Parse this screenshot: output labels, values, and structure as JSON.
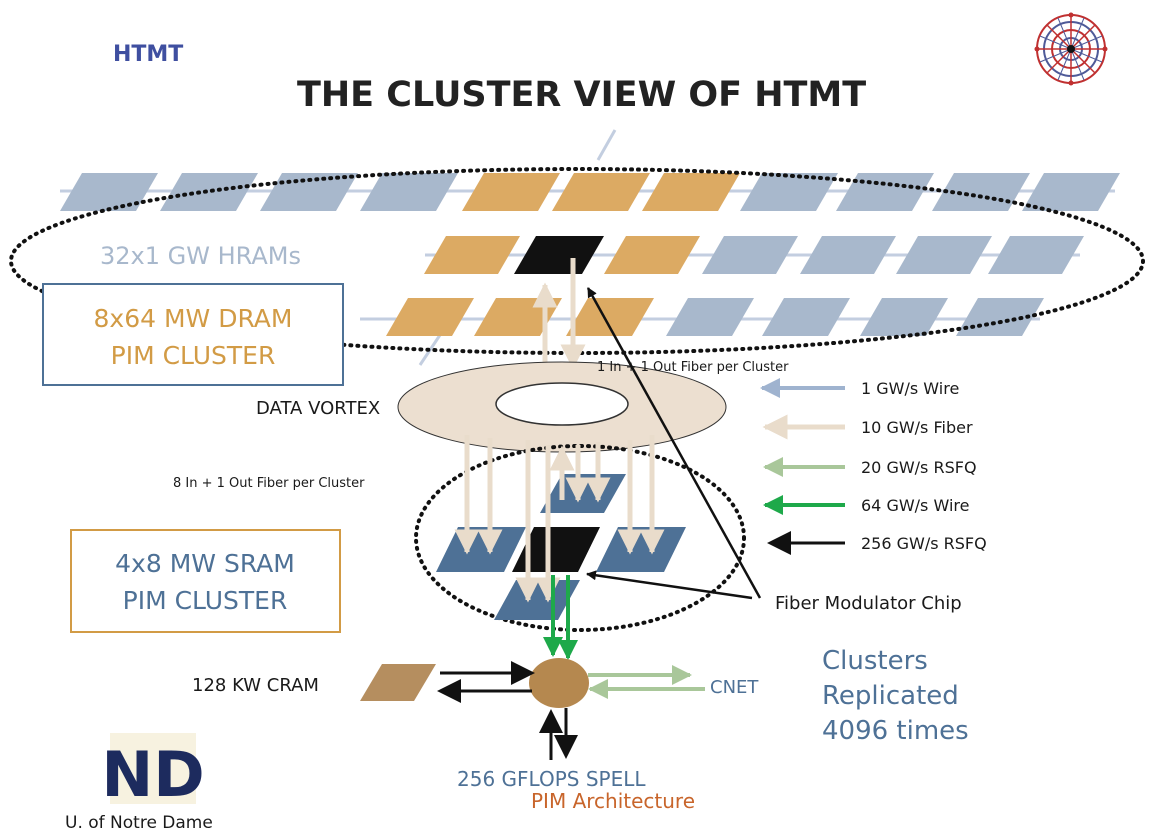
{
  "header": {
    "label": "HTMT",
    "title": "THE CLUSTER VIEW OF HTMT"
  },
  "diagram": {
    "hram_label": "32x1 GW HRAMs",
    "dram_box": {
      "line1": "8x64 MW DRAM",
      "line2": "PIM CLUSTER"
    },
    "vortex_label": "DATA VORTEX",
    "fiber_top_label": "1 In + 1 Out Fiber per Cluster",
    "fiber_mid_label": "8 In + 1 Out Fiber per Cluster",
    "sram_box": {
      "line1": "4x8 MW SRAM",
      "line2": "PIM CLUSTER"
    },
    "modulator_label": "Fiber Modulator Chip",
    "cram_label": "128 KW CRAM",
    "cnet_label": "CNET",
    "spell_label": "256 GFLOPS SPELL",
    "pim_label": "PIM Architecture",
    "replicated": {
      "line1": "Clusters",
      "line2": "Replicated",
      "line3": "4096 times"
    }
  },
  "legend": [
    {
      "label": "1 GW/s Wire",
      "color": "#9fb3cf"
    },
    {
      "label": "10 GW/s Fiber",
      "color": "#e9dccb"
    },
    {
      "label": "20 GW/s RSFQ",
      "color": "#a9c79a"
    },
    {
      "label": "64 GW/s Wire",
      "color": "#1ea94a"
    },
    {
      "label": "256 GW/s RSFQ",
      "color": "#111111"
    }
  ],
  "footer": {
    "university": "U. of Notre Dame",
    "logo_text": "ND"
  },
  "colors": {
    "hram_chip": "#a8b8cc",
    "dram_chip": "#dcaa63",
    "sram_chip": "#4e7196",
    "modulator_chip": "#111111",
    "cram_chip": "#b58e5f",
    "spell_node": "#b5884f",
    "vortex": "#ecdfd0",
    "fiber": "#e9dccb",
    "dram_box_border": "#4e7196",
    "sram_box_border": "#d29b45",
    "logo": "#1d2b5e"
  }
}
